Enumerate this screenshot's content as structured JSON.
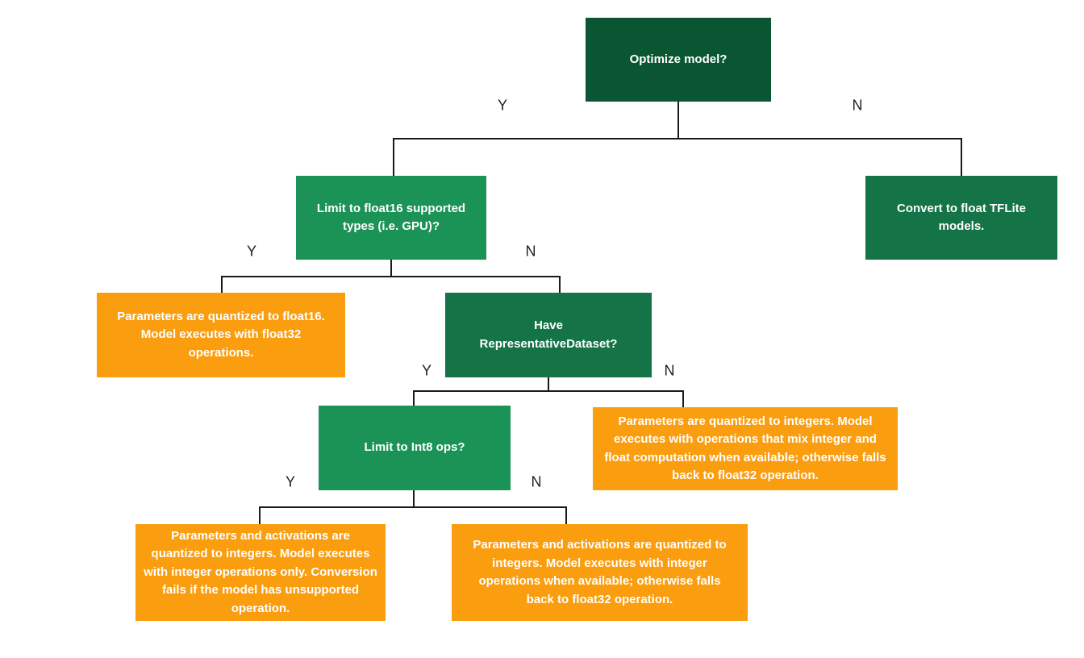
{
  "palette": {
    "dark_green": "#0b5632",
    "green": "#147347",
    "light_green": "#1b9357",
    "orange": "#fa9d0f",
    "line": "#1a1a1a",
    "label": "#202124",
    "box_text": "#ffffff",
    "bg": "#ffffff"
  },
  "branch_labels": {
    "yes": "Y",
    "no": "N"
  },
  "nodes": {
    "optimize": {
      "label": "Optimize model?"
    },
    "float16_q": {
      "label": "Limit to float16 supported types (i.e. GPU)?"
    },
    "convert_float": {
      "label": "Convert to float TFLite models."
    },
    "float16_result": {
      "label": "Parameters are quantized to float16. Model executes with float32 operations."
    },
    "rep_dataset": {
      "label": "Have RepresentativeDataset?"
    },
    "int8_q": {
      "label": "Limit to Int8 ops?"
    },
    "dynamic_result": {
      "label": "Parameters are quantized to integers. Model executes with operations that mix integer and float computation when available; otherwise falls back to float32 operation."
    },
    "int8_only_result": {
      "label": "Parameters and activations are quantized to integers. Model executes with integer operations only. Conversion fails if the model has unsupported operation."
    },
    "int8_fallback_result": {
      "label": "Parameters and activations are quantized to integers. Model executes with integer operations when available; otherwise falls back to float32 operation."
    }
  }
}
